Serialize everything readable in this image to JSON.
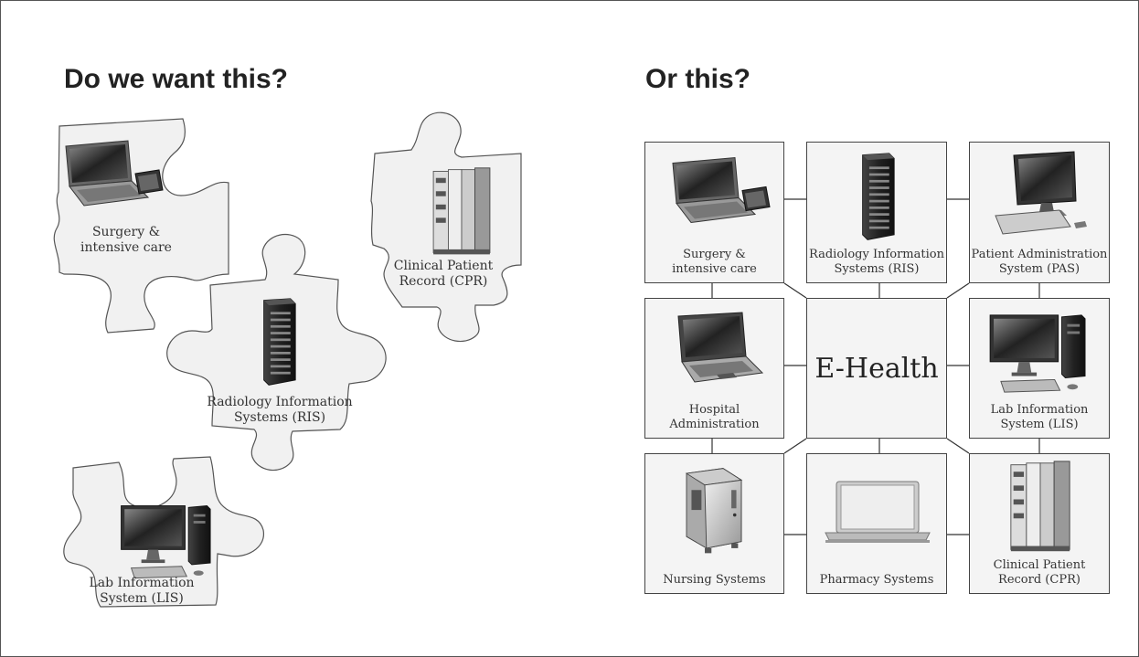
{
  "left": {
    "heading": "Do we want this?",
    "pieces": [
      {
        "id": "surgery",
        "line1": "Surgery &",
        "line2": "intensive care",
        "icon": "laptop-phone-icon"
      },
      {
        "id": "cpr",
        "line1": "Clinical Patient",
        "line2": "Record (CPR)",
        "icon": "file-cabinet-icon"
      },
      {
        "id": "ris",
        "line1": "Radiology Information",
        "line2": "Systems (RIS)",
        "icon": "server-tower-icon"
      },
      {
        "id": "lis",
        "line1": "Lab Information",
        "line2": "System (LIS)",
        "icon": "desktop-computer-icon"
      }
    ]
  },
  "right": {
    "heading": "Or this?",
    "center": "E-Health",
    "cells": [
      {
        "id": "surgery",
        "line1": "Surgery &",
        "line2": "intensive care",
        "icon": "laptop-phone-icon"
      },
      {
        "id": "ris",
        "line1": "Radiology Information",
        "line2": "Systems (RIS)",
        "icon": "server-tower-icon"
      },
      {
        "id": "pas",
        "line1": "Patient Administration",
        "line2": "System (PAS)",
        "icon": "monitor-keyboard-icon"
      },
      {
        "id": "hospital",
        "line1": "Hospital",
        "line2": "Administration",
        "icon": "laptop-icon"
      },
      {
        "id": "lis",
        "line1": "Lab Information",
        "line2": "System (LIS)",
        "icon": "desktop-computer-icon"
      },
      {
        "id": "nursing",
        "line1": "",
        "line2": "Nursing Systems",
        "icon": "server-case-icon"
      },
      {
        "id": "pharmacy",
        "line1": "",
        "line2": "Pharmacy Systems",
        "icon": "silver-laptop-icon"
      },
      {
        "id": "cpr",
        "line1": "Clinical Patient",
        "line2": "Record (CPR)",
        "icon": "file-cabinet-icon"
      }
    ]
  },
  "colors": {
    "piece_fill": "#f1f1f1",
    "piece_stroke": "#555555",
    "cell_fill": "#f4f4f4",
    "line": "#333333"
  }
}
